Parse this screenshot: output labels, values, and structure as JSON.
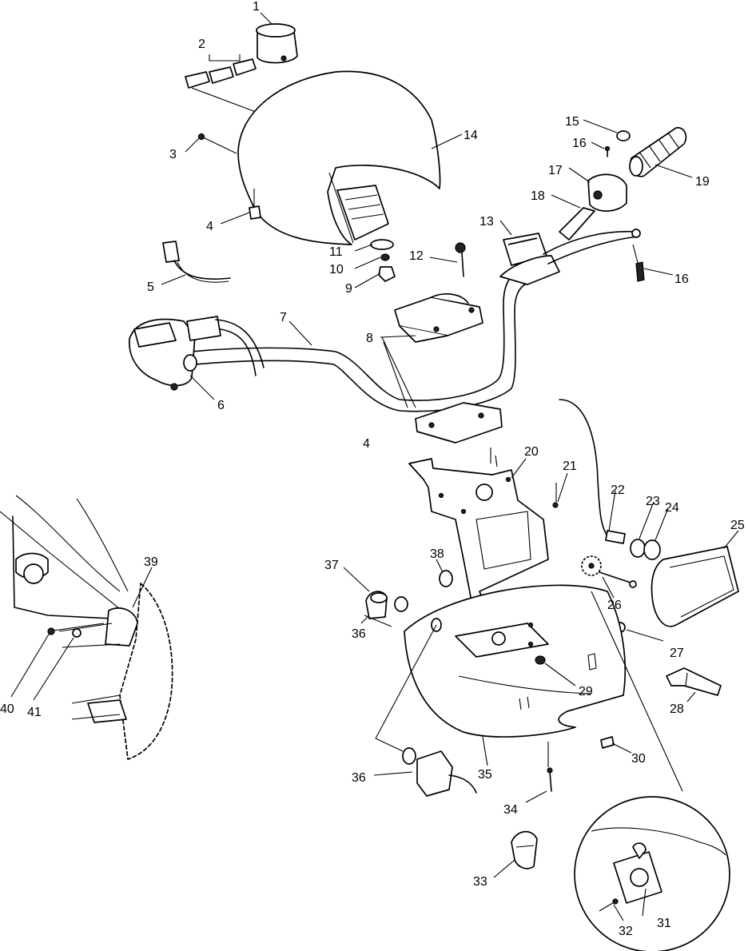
{
  "callouts": [
    "1",
    "2",
    "3",
    "4",
    "5",
    "6",
    "7",
    "8",
    "9",
    "10",
    "11",
    "12",
    "13",
    "14",
    "15",
    "16",
    "17",
    "18",
    "19",
    "20",
    "21",
    "22",
    "23",
    "24",
    "25",
    "26",
    "27",
    "28",
    "29",
    "30",
    "31",
    "32",
    "33",
    "34",
    "35",
    "36",
    "37",
    "38",
    "39",
    "40",
    "41"
  ],
  "labels": {
    "c1": "1",
    "c2": "2",
    "c3": "3",
    "c4a": "4",
    "c4b": "4",
    "c5": "5",
    "c6": "6",
    "c7": "7",
    "c8": "8",
    "c9": "9",
    "c10": "10",
    "c11": "11",
    "c12": "12",
    "c13": "13",
    "c14": "14",
    "c15": "15",
    "c16a": "16",
    "c16b": "16",
    "c17": "17",
    "c18": "18",
    "c19": "19",
    "c20": "20",
    "c21": "21",
    "c22": "22",
    "c23": "23",
    "c24": "24",
    "c25": "25",
    "c26": "26",
    "c27": "27",
    "c28": "28",
    "c29": "29",
    "c30": "30",
    "c31": "31",
    "c32": "32",
    "c33": "33",
    "c34": "34",
    "c35": "35",
    "c36a": "36",
    "c36b": "36",
    "c37": "37",
    "c38": "38",
    "c39": "39",
    "c40": "40",
    "c41": "41"
  }
}
